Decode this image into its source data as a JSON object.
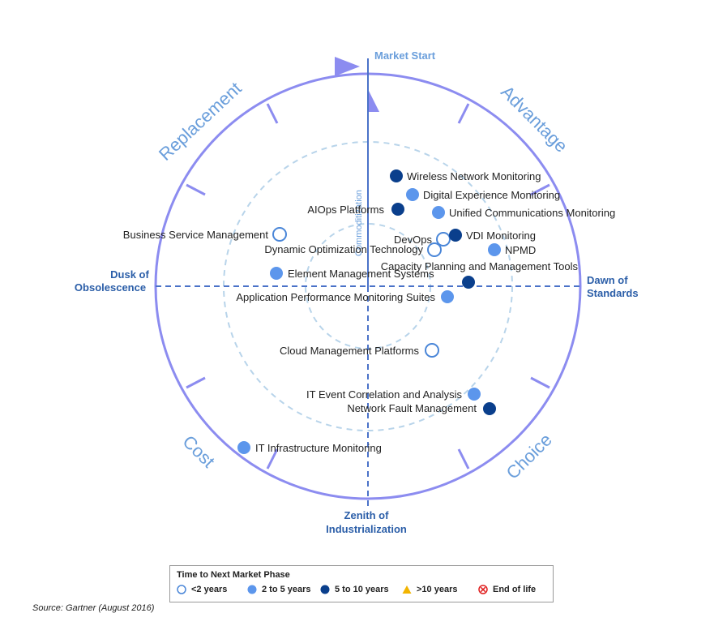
{
  "diagram": {
    "axis_labels": {
      "top": "Market Start",
      "right_line1": "Dawn of",
      "right_line2": "Standards",
      "bottom_line1": "Zenith of",
      "bottom_line2": "Industrialization",
      "left_line1": "Dusk of",
      "left_line2": "Obsolescence",
      "inner": "Commoditization"
    },
    "quadrants": {
      "top_left": "Replacement",
      "top_right": "Advantage",
      "bottom_left": "Cost",
      "bottom_right": "Choice"
    },
    "colors": {
      "outer_ring": "#8c8cf0",
      "axis": "#4a72c8",
      "dashed_ring": "#b8d4ea",
      "label_blue": "#2b5ea8",
      "quadrant_text": "#6a9edb",
      "lt2": "#4a86d8",
      "y2to5": "#5c96ec",
      "y5to10": "#0a3f8c",
      "gt10": "#f2b400",
      "eol": "#e02020"
    },
    "technologies": [
      {
        "label": "Wireless Network Monitoring",
        "category": "5 to 10 years"
      },
      {
        "label": "Digital Experience Monitoring",
        "category": "2 to 5 years"
      },
      {
        "label": "AIOps Platforms",
        "category": "5 to 10 years"
      },
      {
        "label": "Unified Communications Monitoring",
        "category": "2 to 5 years"
      },
      {
        "label": "Business Service Management",
        "category": "<2 years"
      },
      {
        "label": "DevOps",
        "category": "<2 years"
      },
      {
        "label": "VDI Monitoring",
        "category": "5 to 10 years"
      },
      {
        "label": "Dynamic Optimization Technology",
        "category": "<2 years"
      },
      {
        "label": "NPMD",
        "category": "2 to 5 years"
      },
      {
        "label": "Capacity Planning and Management Tools",
        "category": "5 to 10 years"
      },
      {
        "label": "Element Management Systems",
        "category": "2 to 5 years"
      },
      {
        "label": "Application Performance Monitoring Suites",
        "category": "2 to 5 years"
      },
      {
        "label": "Cloud Management Platforms",
        "category": "<2 years"
      },
      {
        "label": "IT Event Correlation and Analysis",
        "category": "2 to 5 years"
      },
      {
        "label": "Network Fault Management",
        "category": "5 to 10 years"
      },
      {
        "label": "IT Infrastructure Monitoring",
        "category": "2 to 5 years"
      }
    ]
  },
  "legend": {
    "title": "Time to Next Market Phase",
    "items": [
      "<2 years",
      "2 to 5 years",
      "5 to 10 years",
      ">10 years",
      "End of life"
    ]
  },
  "source": "Source: Gartner (August 2016)"
}
